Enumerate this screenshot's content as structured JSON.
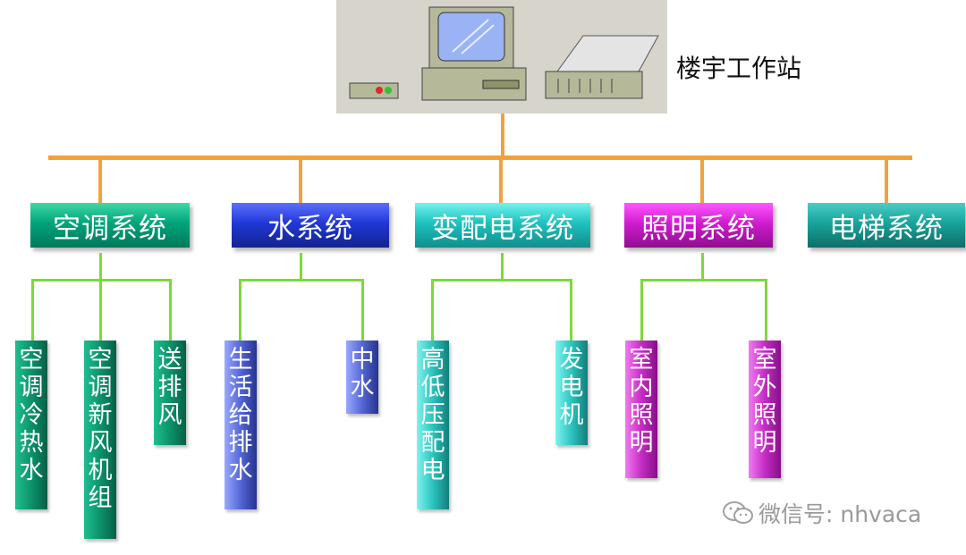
{
  "workstation": {
    "label": "楼宇工作站"
  },
  "systems": [
    {
      "label": "空调系统",
      "subs": [
        "空调冷热水",
        "空调新风机组",
        "送排风"
      ]
    },
    {
      "label": "水系统",
      "subs": [
        "生活给排水",
        "中水"
      ]
    },
    {
      "label": "变配电系统",
      "subs": [
        "高低压配电",
        "发电机"
      ]
    },
    {
      "label": "照明系统",
      "subs": [
        "室内照明",
        "室外照明"
      ]
    },
    {
      "label": "电梯系统",
      "subs": []
    }
  ],
  "watermark": {
    "text": "微信号: nhvaca",
    "icon": "wechat-icon"
  },
  "colors": {
    "bus_line": "#f3a23b",
    "branch_line": "#7fd83a",
    "ac": "#00a47a",
    "water": "#2038d6",
    "power": "#1ec2be",
    "lighting": "#d01cd0",
    "elevator": "#18a39b"
  }
}
